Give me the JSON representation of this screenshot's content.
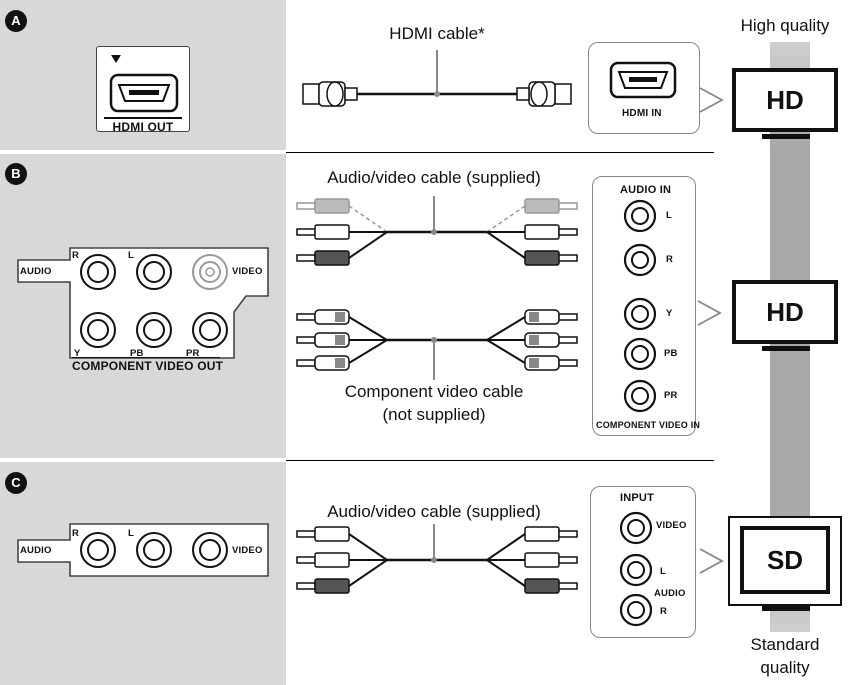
{
  "badges": {
    "a": "A",
    "b": "B",
    "c": "C"
  },
  "section_a": {
    "player_port": "HDMI OUT",
    "cable_label": "HDMI cable*",
    "tv_port": "HDMI IN"
  },
  "section_b": {
    "player_audio": "AUDIO",
    "player_video": "VIDEO",
    "jack_r": "R",
    "jack_l": "L",
    "jack_y": "Y",
    "jack_pb": "PB",
    "jack_pr": "PR",
    "player_component": "COMPONENT VIDEO OUT",
    "av_cable_label": "Audio/video cable (supplied)",
    "component_cable_label_1": "Component video cable",
    "component_cable_label_2": "(not supplied)",
    "tv_audio_in": "AUDIO IN",
    "tv_l": "L",
    "tv_r": "R",
    "tv_y": "Y",
    "tv_pb": "PB",
    "tv_pr": "PR",
    "tv_component_in": "COMPONENT VIDEO IN"
  },
  "section_c": {
    "player_audio": "AUDIO",
    "player_video": "VIDEO",
    "jack_r": "R",
    "jack_l": "L",
    "av_cable_label": "Audio/video cable (supplied)",
    "tv_input": "INPUT",
    "tv_video": "VIDEO",
    "tv_l": "L",
    "tv_audio": "AUDIO",
    "tv_r": "R"
  },
  "quality": {
    "high": "High quality",
    "standard_1": "Standard",
    "standard_2": "quality"
  },
  "tv_screens": {
    "tv1": "HD",
    "tv2": "HD",
    "tv3": "SD"
  },
  "colors": {
    "panel": "#d8d8d8",
    "bar": "#a9a9a9",
    "gray_plug": "#9a9a9a",
    "dark_plug": "#555555"
  }
}
